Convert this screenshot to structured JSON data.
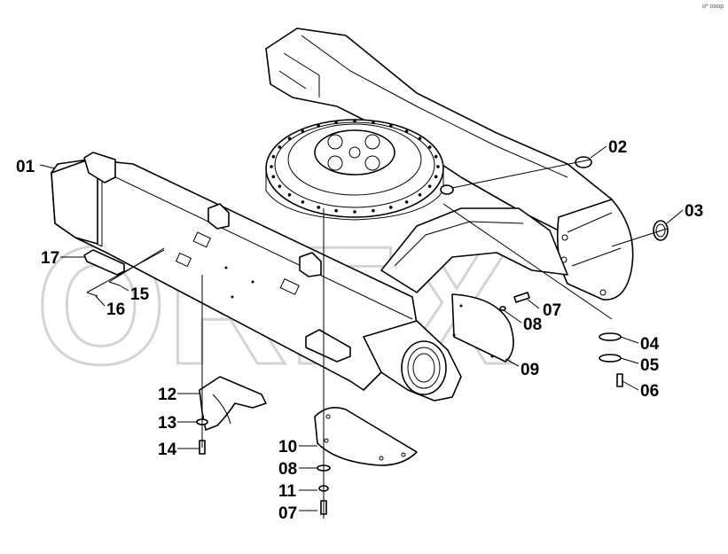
{
  "watermark": "OREX",
  "corner_code": "o* ooop",
  "callouts": [
    {
      "id": "c01",
      "label": "01"
    },
    {
      "id": "c02",
      "label": "02"
    },
    {
      "id": "c03",
      "label": "03"
    },
    {
      "id": "c04",
      "label": "04"
    },
    {
      "id": "c05",
      "label": "05"
    },
    {
      "id": "c06",
      "label": "06"
    },
    {
      "id": "c07a",
      "label": "07"
    },
    {
      "id": "c08a",
      "label": "08"
    },
    {
      "id": "c09",
      "label": "09"
    },
    {
      "id": "c10",
      "label": "10"
    },
    {
      "id": "c08b",
      "label": "08"
    },
    {
      "id": "c11",
      "label": "11"
    },
    {
      "id": "c07b",
      "label": "07"
    },
    {
      "id": "c12",
      "label": "12"
    },
    {
      "id": "c13",
      "label": "13"
    },
    {
      "id": "c14",
      "label": "14"
    },
    {
      "id": "c15",
      "label": "15"
    },
    {
      "id": "c16",
      "label": "16"
    },
    {
      "id": "c17",
      "label": "17"
    }
  ]
}
